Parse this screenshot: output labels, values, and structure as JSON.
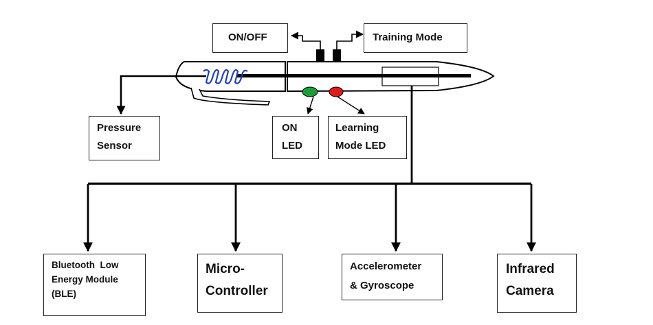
{
  "diagram": {
    "controls": {
      "on_off": "ON/OFF",
      "training_mode": "Training Mode"
    },
    "pen_parts": {
      "pressure_sensor": [
        "Pressure",
        "Sensor"
      ],
      "on_led": [
        "ON",
        "LED"
      ],
      "learning_mode_led": [
        "Learning",
        "Mode LED"
      ]
    },
    "modules": {
      "ble": [
        "Bluetooth  Low",
        "Energy Module",
        "(BLE)"
      ],
      "micro_controller": [
        "Micro-",
        "Controller"
      ],
      "accelerometer_gyroscope": [
        "Accelerometer",
        "& Gyroscope"
      ],
      "infrared_camera": [
        "Infrared",
        "Camera"
      ]
    },
    "colors": {
      "on_led": "#1a9e3a",
      "learning_mode_led": "#e01a1a",
      "spring": "#1f3fbf",
      "lines": "#000000"
    }
  }
}
